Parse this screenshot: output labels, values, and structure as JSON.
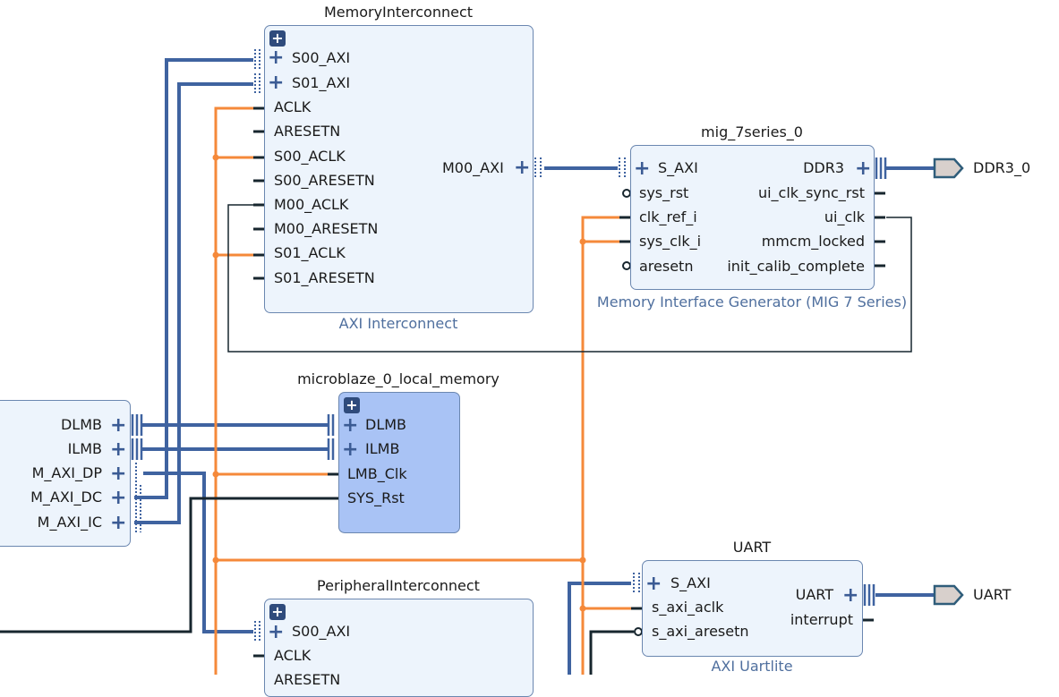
{
  "blocks": {
    "mem_ic": {
      "title": "MemoryInterconnect",
      "subtitle": "AXI Interconnect",
      "ports_left": [
        "S00_AXI",
        "S01_AXI",
        "ACLK",
        "ARESETN",
        "S00_ACLK",
        "S00_ARESETN",
        "M00_ACLK",
        "M00_ARESETN",
        "S01_ACLK",
        "S01_ARESETN"
      ],
      "port_right": "M00_AXI"
    },
    "mig": {
      "title": "mig_7series_0",
      "subtitle": "Memory Interface Generator (MIG 7 Series)",
      "ports_left": [
        "S_AXI",
        "sys_rst",
        "clk_ref_i",
        "sys_clk_i",
        "aresetn"
      ],
      "ports_right": [
        "DDR3",
        "ui_clk_sync_rst",
        "ui_clk",
        "mmcm_locked",
        "init_calib_complete"
      ]
    },
    "local_mem": {
      "title": "microblaze_0_local_memory",
      "ports_left": [
        "DLMB",
        "ILMB",
        "LMB_Clk",
        "SYS_Rst"
      ]
    },
    "microblaze": {
      "ports_right": [
        "DLMB",
        "ILMB",
        "M_AXI_DP",
        "M_AXI_DC",
        "M_AXI_IC"
      ]
    },
    "periph_ic": {
      "title": "PeripheralInterconnect",
      "ports_left": [
        "S00_AXI",
        "ACLK",
        "ARESETN"
      ]
    },
    "uart": {
      "title": "UART",
      "subtitle": "AXI Uartlite",
      "ports_left": [
        "S_AXI",
        "s_axi_aclk",
        "s_axi_aresetn"
      ],
      "ports_right": [
        "UART",
        "interrupt"
      ]
    }
  },
  "external_ports": [
    "DDR3_0",
    "UART"
  ],
  "colors": {
    "axi_bus": "#3f63a0",
    "clock": "#f5893a",
    "reset": "#17262e",
    "block_fill": "#edf4fc",
    "mem_fill": "#a9c3f5"
  }
}
